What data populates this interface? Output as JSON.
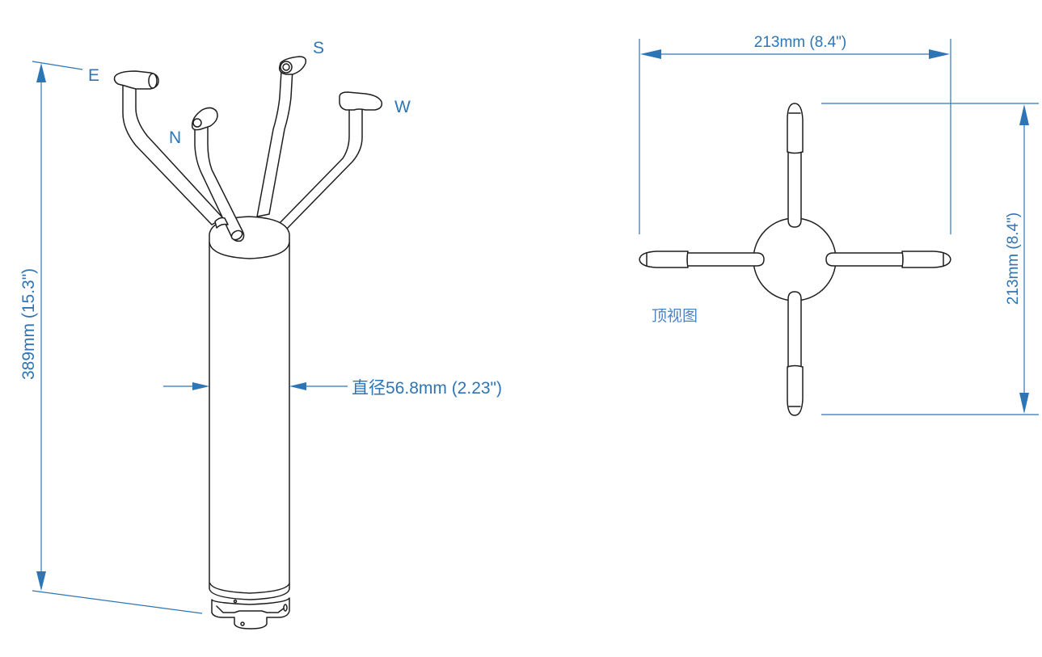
{
  "side_view": {
    "direction_labels": {
      "east": "E",
      "north": "N",
      "south": "S",
      "west": "W"
    },
    "height_dimension": "389mm (15.3\")",
    "diameter_dimension": "直径56.8mm (2.23\")"
  },
  "top_view": {
    "title": "顶视图",
    "width_dimension": "213mm (8.4\")",
    "depth_dimension": "213mm (8.4\")"
  },
  "colors": {
    "dimension_line": "#2e75b6",
    "outline": "#1e1e1e",
    "background": "#ffffff"
  }
}
